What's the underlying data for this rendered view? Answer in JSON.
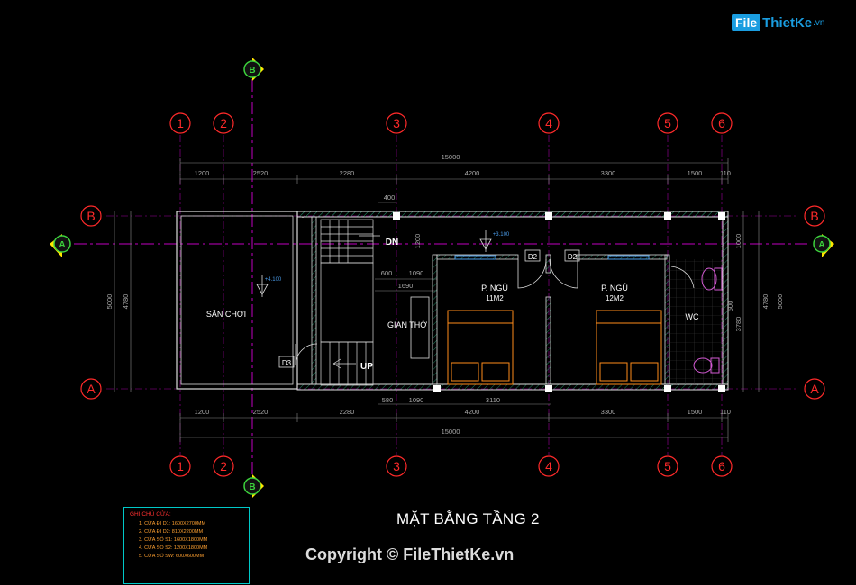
{
  "brand": {
    "logo_box": "File",
    "logo_name": "ThietKe",
    "logo_domain": ".vn"
  },
  "drawing_title": "MẶT BẰNG TẦNG 2",
  "copyright": "Copyright © FileThietKe.vn",
  "grid_axes_top": [
    "1",
    "2",
    "3",
    "4",
    "5",
    "6"
  ],
  "grid_axes_bottom": [
    "1",
    "2",
    "3",
    "4",
    "5",
    "6"
  ],
  "grid_axes_side": [
    "B",
    "A"
  ],
  "section_markers": [
    "B",
    "A",
    "A",
    "B"
  ],
  "dimensions": {
    "overall_top": "15000",
    "overall_bottom": "15000",
    "top_segments": [
      "1200",
      "2520",
      "2280",
      "4200",
      "3300",
      "1500",
      "110"
    ],
    "bottom_segments": [
      "1200",
      "2520",
      "2280",
      "4200",
      "3300",
      "1500",
      "110"
    ],
    "inner_bottom": [
      "580",
      "1090",
      "3110"
    ],
    "left_overall": "5000",
    "left_inner": "4780",
    "right_overall": "5000",
    "right_inner": "4780",
    "right_parts": [
      "1000",
      "3780"
    ],
    "stair_landing": "400",
    "stair_width": "1200",
    "stair_a": "600",
    "stair_b": "1090",
    "stair_c": "1690",
    "wc_fixture": "600"
  },
  "rooms": {
    "play_area": "SÂN CHƠI",
    "altar": "GIAN THỜ",
    "bedroom1_name": "P. NGỦ",
    "bedroom1_area": "11M2",
    "bedroom2_name": "P. NGỦ",
    "bedroom2_area": "12M2",
    "wc": "WC",
    "stair_down": "DN",
    "stair_up": "UP"
  },
  "door_tags": [
    "D2",
    "D2",
    "D3"
  ],
  "levels": [
    "+4.100",
    "+3.100"
  ],
  "notes": {
    "title": "GHI CHÚ CỬA:",
    "items": [
      "1. CỬA ĐI D1: 1600X2700MM",
      "2. CỬA ĐI D2: 810X2200MM",
      "3. CỬA SỔ S1: 1600X1800MM",
      "4. CỬA SỔ S2: 1200X1800MM",
      "5. CỬA SỔ SW: 600X600MM"
    ]
  },
  "colors": {
    "background": "#000000",
    "axis_bubble": "#ff2a2a",
    "axis_line": "#c000c0",
    "wall": "#e0e0e0",
    "dimension": "#a0a0a0",
    "furniture": "#ff8c1a",
    "hatch": "#1e7a5a",
    "window": "#4a9be8",
    "brand": "#1a9de0"
  }
}
